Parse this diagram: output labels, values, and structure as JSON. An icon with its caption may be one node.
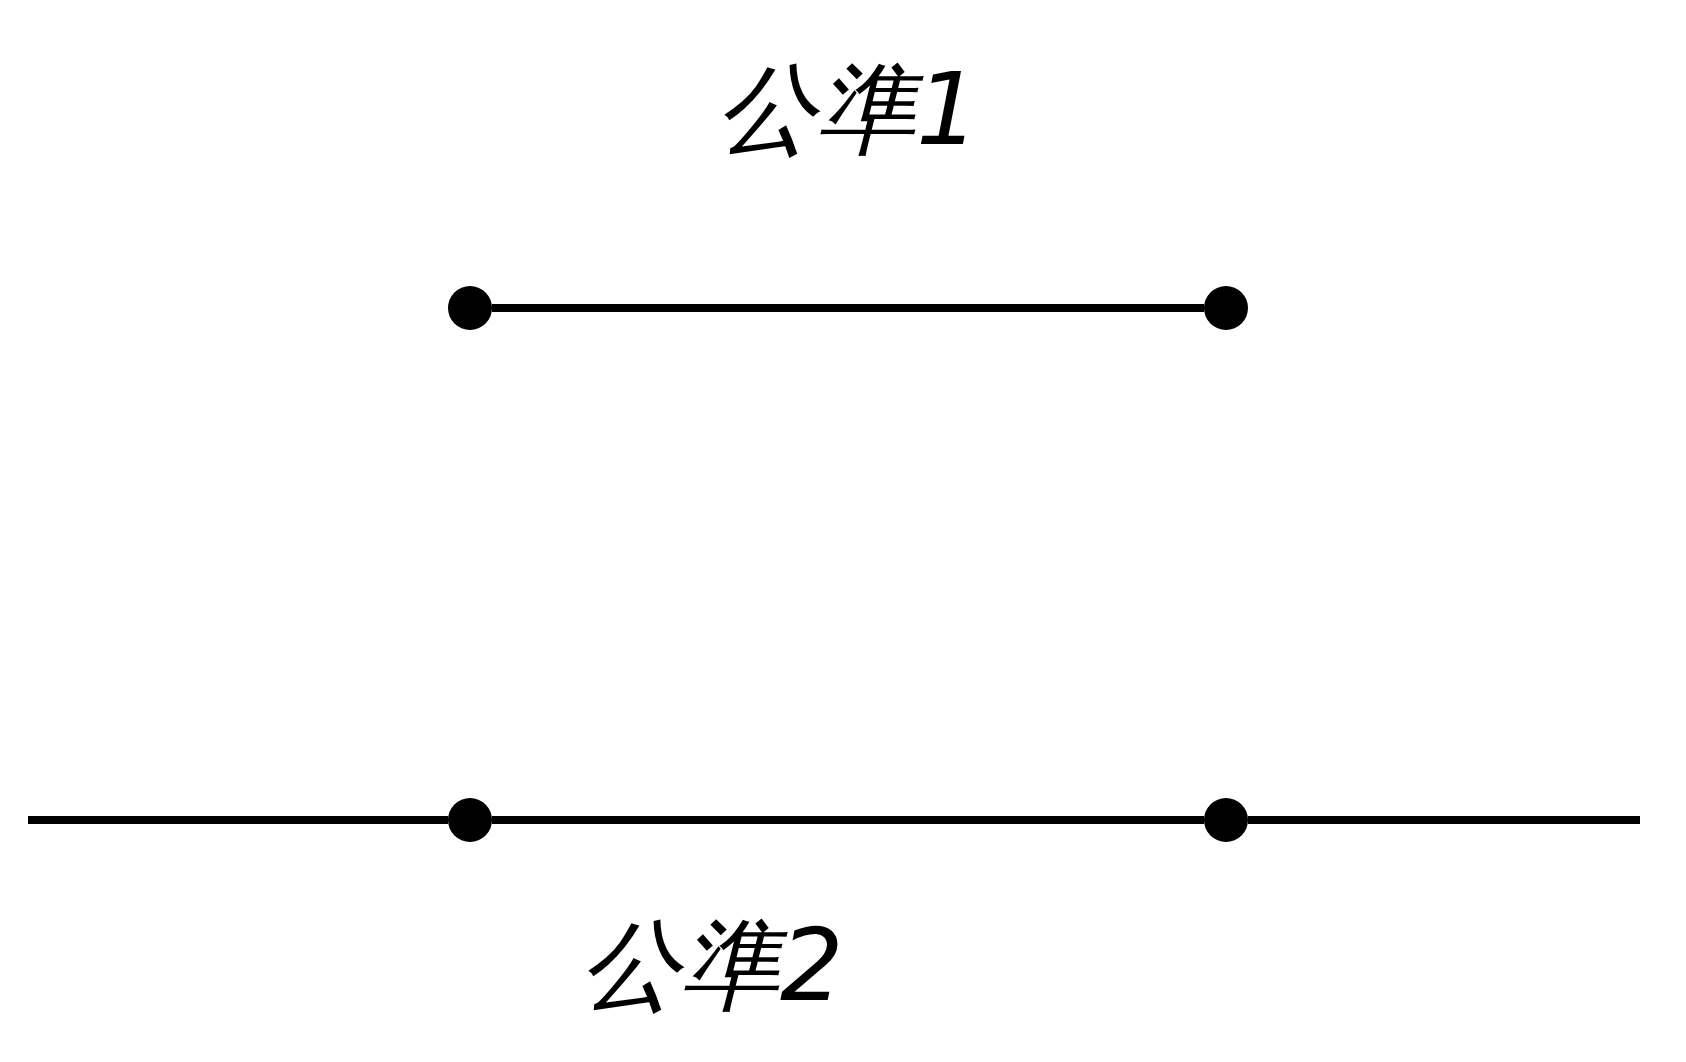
{
  "diagram": {
    "nodes": [
      {
        "text": [],
        "shape": "circle"
      },
      {
        "text": [],
        "shape": "circle"
      },
      {
        "text": [],
        "shape": "circle"
      },
      {
        "text": [],
        "shape": "circle"
      }
    ],
    "edges": [
      {
        "from": 0,
        "to": 1,
        "arrow": "none"
      },
      {
        "from": null,
        "to": 2,
        "arrow": "none"
      },
      {
        "from": 2,
        "to": 3,
        "arrow": "none"
      },
      {
        "from": 3,
        "to": null,
        "arrow": "none"
      }
    ],
    "labels": [
      "公準1",
      "公準2"
    ]
  }
}
